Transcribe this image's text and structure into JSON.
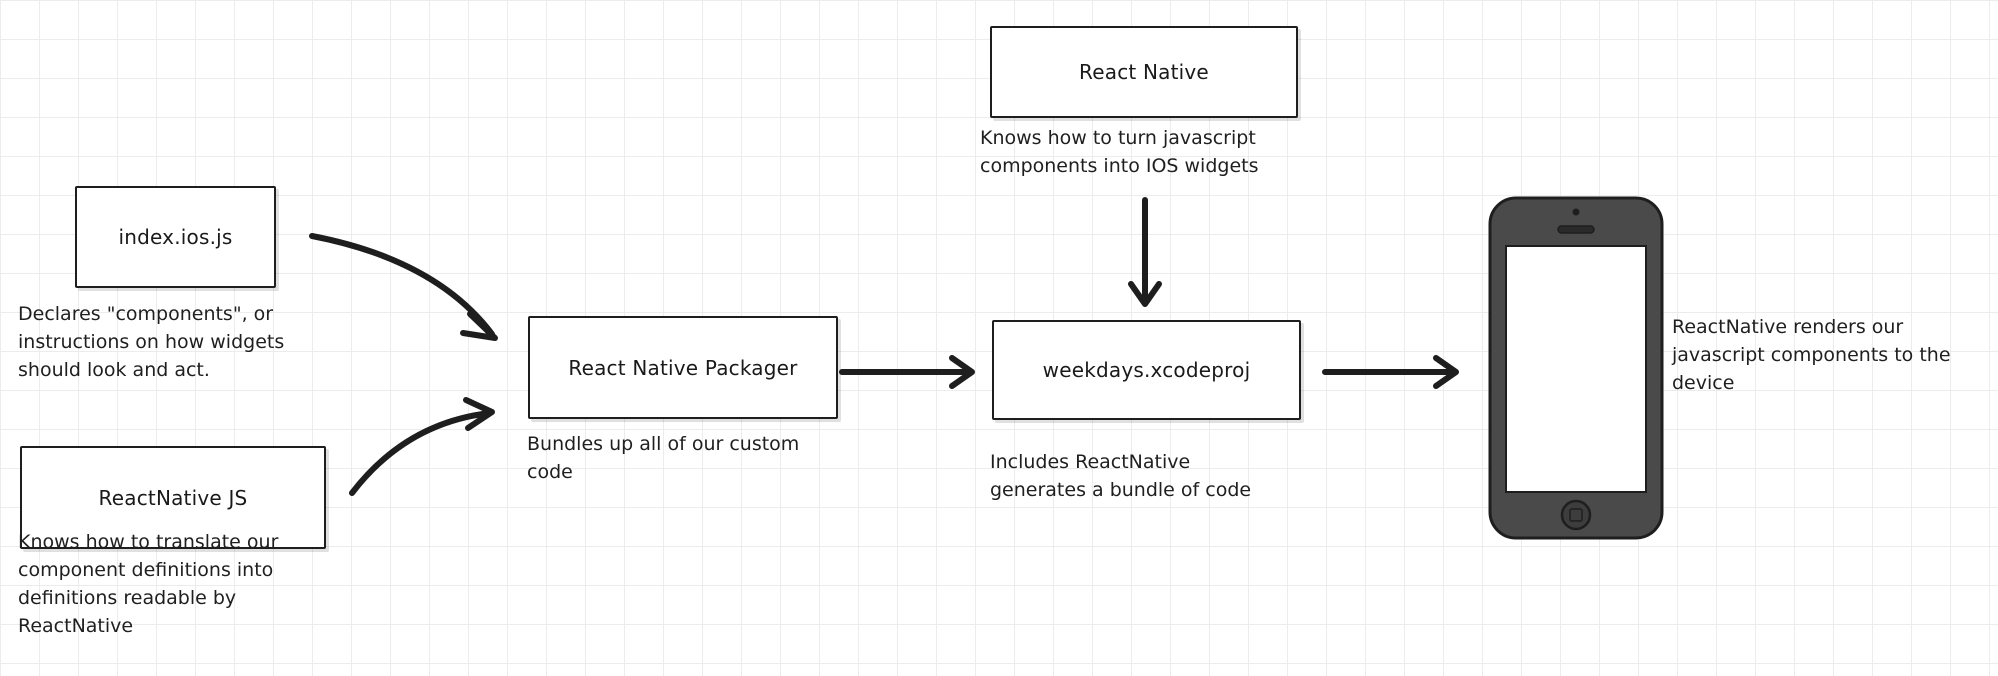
{
  "boxes": {
    "react_native": "React Native",
    "index_ios": "index.ios.js",
    "packager": "React Native Packager",
    "xcodeproj": "weekdays.xcodeproj",
    "react_native_js": "ReactNative JS"
  },
  "notes": {
    "react_native": "Knows how to turn javascript\ncomponents into IOS widgets",
    "index_ios": "Declares \"components\", or\ninstructions on how widgets\nshould look and act.",
    "packager": "Bundles up all of our custom\ncode",
    "xcodeproj": "Includes ReactNative\ngenerates a bundle of code",
    "react_native_js": "Knows how to translate our\ncomponent definitions into\ndefinitions readable by\nReactNative",
    "device": "ReactNative renders our\njavascript components to the\ndevice"
  },
  "colors": {
    "ink": "#1e1e1e",
    "phone_body": "#4a4a4a",
    "phone_screen": "#ffffff",
    "grid": "#ececec"
  },
  "icons": [
    "iphone-icon"
  ]
}
